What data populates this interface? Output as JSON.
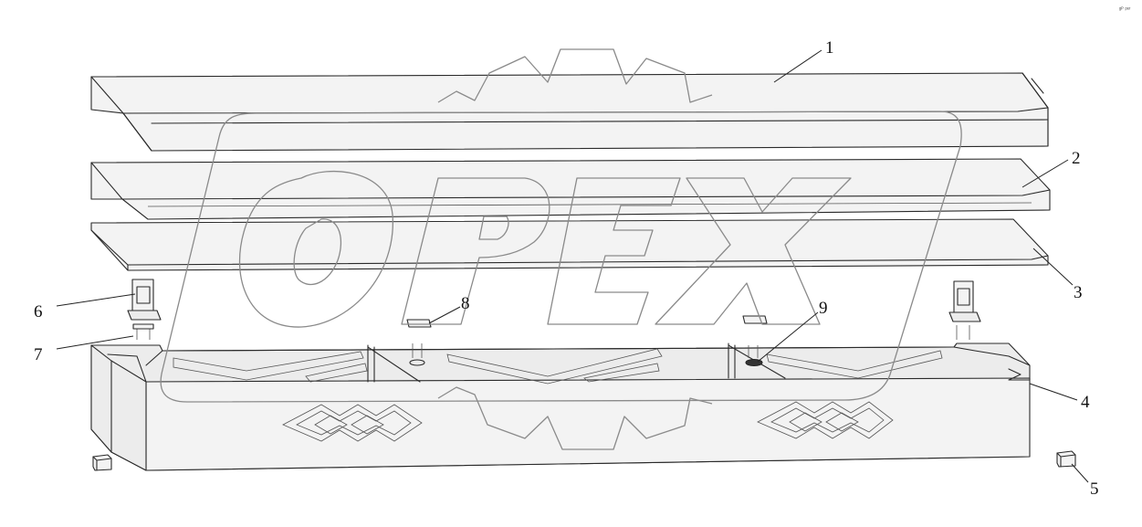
{
  "callouts": [
    {
      "id": "1",
      "label": "1"
    },
    {
      "id": "2",
      "label": "2"
    },
    {
      "id": "3",
      "label": "3"
    },
    {
      "id": "4",
      "label": "4"
    },
    {
      "id": "5",
      "label": "5"
    },
    {
      "id": "6",
      "label": "6"
    },
    {
      "id": "7",
      "label": "7"
    },
    {
      "id": "8",
      "label": "8"
    },
    {
      "id": "9",
      "label": "9"
    }
  ],
  "watermark": {
    "text": "OPEX"
  },
  "corner_mark": "ᵍᴾ ᵖᵉʳ"
}
